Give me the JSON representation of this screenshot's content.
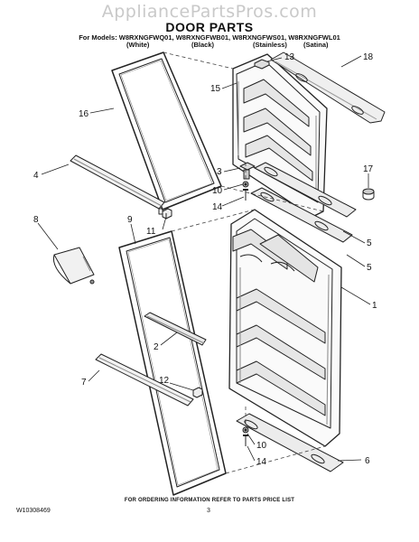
{
  "watermark": "AppliancePartsPros.com",
  "title": "DOOR PARTS",
  "models_line": "For Models: W8RXNGFWQ01, W8RXNGFWB01, W8RXNGFWS01, W8RXNGFWL01",
  "variants": [
    "(White)",
    "(Black)",
    "(Stainless)",
    "(Satina)"
  ],
  "callouts": {
    "c13": "13",
    "c18": "18",
    "c16": "16",
    "c15": "15",
    "c4": "4",
    "c3": "3",
    "c10a": "10",
    "c14a": "14",
    "c17": "17",
    "c11": "11",
    "c8": "8",
    "c9": "9",
    "c5a": "5",
    "c5b": "5",
    "c1": "1",
    "c2": "2",
    "c7": "7",
    "c12": "12",
    "c10b": "10",
    "c14b": "14",
    "c6": "6"
  },
  "footer": "FOR ORDERING INFORMATION REFER TO PARTS PRICE LIST",
  "doc_number": "W10308469",
  "page_number": "3"
}
